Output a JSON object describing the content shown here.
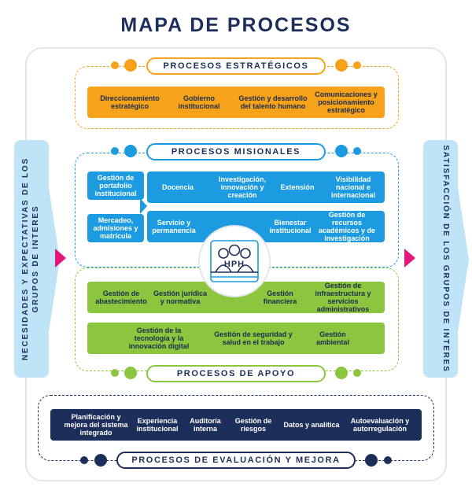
{
  "title": "MAPA DE PROCESOS",
  "left_side": "NECESIDADES Y EXPECTATIVAS DE LOS GRUPOS DE INTERES",
  "right_side": "SATISFACCIÓN DE LOS GRUPOS DE INTERES",
  "colors": {
    "navy": "#1c2f5a",
    "orange": "#f7a21b",
    "blue": "#1d9be0",
    "green": "#8cc63f",
    "light_blue": "#bfe4f7",
    "pink": "#e6177a"
  },
  "estrategicos": {
    "label": "PROCESOS ESTRATÉGICOS",
    "items": [
      "Direccionamiento estratégico",
      "Gobierno institucional",
      "Gestión y desarrollo del talento humano",
      "Comunicaciones y posicionamiento estratégico"
    ]
  },
  "misionales": {
    "label": "PROCESOS MISIONALES",
    "left_top": "Gestión de portafolio institucional",
    "left_bottom": "Mercadeo, admisiones y matrícula",
    "row1": [
      "Docencia",
      "Investigación, innovación y creación",
      "Extensión",
      "Visibilidad nacional e internacional"
    ],
    "row2": [
      "Servicio y permanencia",
      "Bienestar institucional",
      "Gestión de recursos académicos y de investigación"
    ]
  },
  "apoyo": {
    "label": "PROCESOS DE APOYO",
    "row1": [
      "Gestión de abastecimiento",
      "Gestión jurídica y normativa",
      "Gestión financiera",
      "Gestión de infraestructura y servicios administrativos"
    ],
    "row2": [
      "Gestión de la tecnología y la innovación digital",
      "Gestión de seguridad y salud en el trabajo",
      "Gestión ambiental"
    ]
  },
  "evaluacion": {
    "label": "PROCESOS DE EVALUACIÓN Y MEJORA",
    "items": [
      "Planificación y mejora del sistema integrado",
      "Experiencia institucional",
      "Auditoría interna",
      "Gestión de riesgos",
      "Datos y analítica",
      "Autoevaluación y autorregulación"
    ]
  },
  "logo_text": "HPH"
}
